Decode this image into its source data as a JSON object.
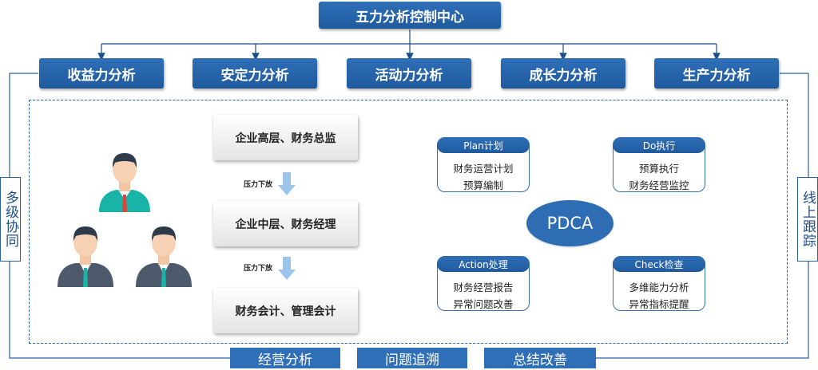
{
  "title": "五力分析控制中心",
  "categories": [
    "收益力分析",
    "安定力分析",
    "活动力分析",
    "成长力分析",
    "生产力分析"
  ],
  "side_left": "多级协同",
  "side_right": "线上跟踪",
  "hierarchy": {
    "levels": [
      "企业高层、财务总监",
      "企业中层、财务经理",
      "财务会计、管理会计"
    ],
    "pressure_label": "压力下放"
  },
  "pdca": {
    "center": "PDCA",
    "plan": {
      "title": "Plan计划",
      "items": [
        "财务运营计划",
        "预算编制"
      ]
    },
    "do": {
      "title": "Do执行",
      "items": [
        "预算执行",
        "财务经营监控"
      ]
    },
    "action": {
      "title": "Action处理",
      "items": [
        "财务经营报告",
        "异常问题改善"
      ]
    },
    "check": {
      "title": "Check检查",
      "items": [
        "多维能力分析",
        "异常指标提醒"
      ]
    }
  },
  "bottom_labels": [
    "经营分析",
    "问题追溯",
    "总结改善"
  ],
  "colors": {
    "primary": "#2f6fb7",
    "dark": "#1f5a9e",
    "border": "#2a62a8",
    "arrow": "#9cc3ea"
  }
}
